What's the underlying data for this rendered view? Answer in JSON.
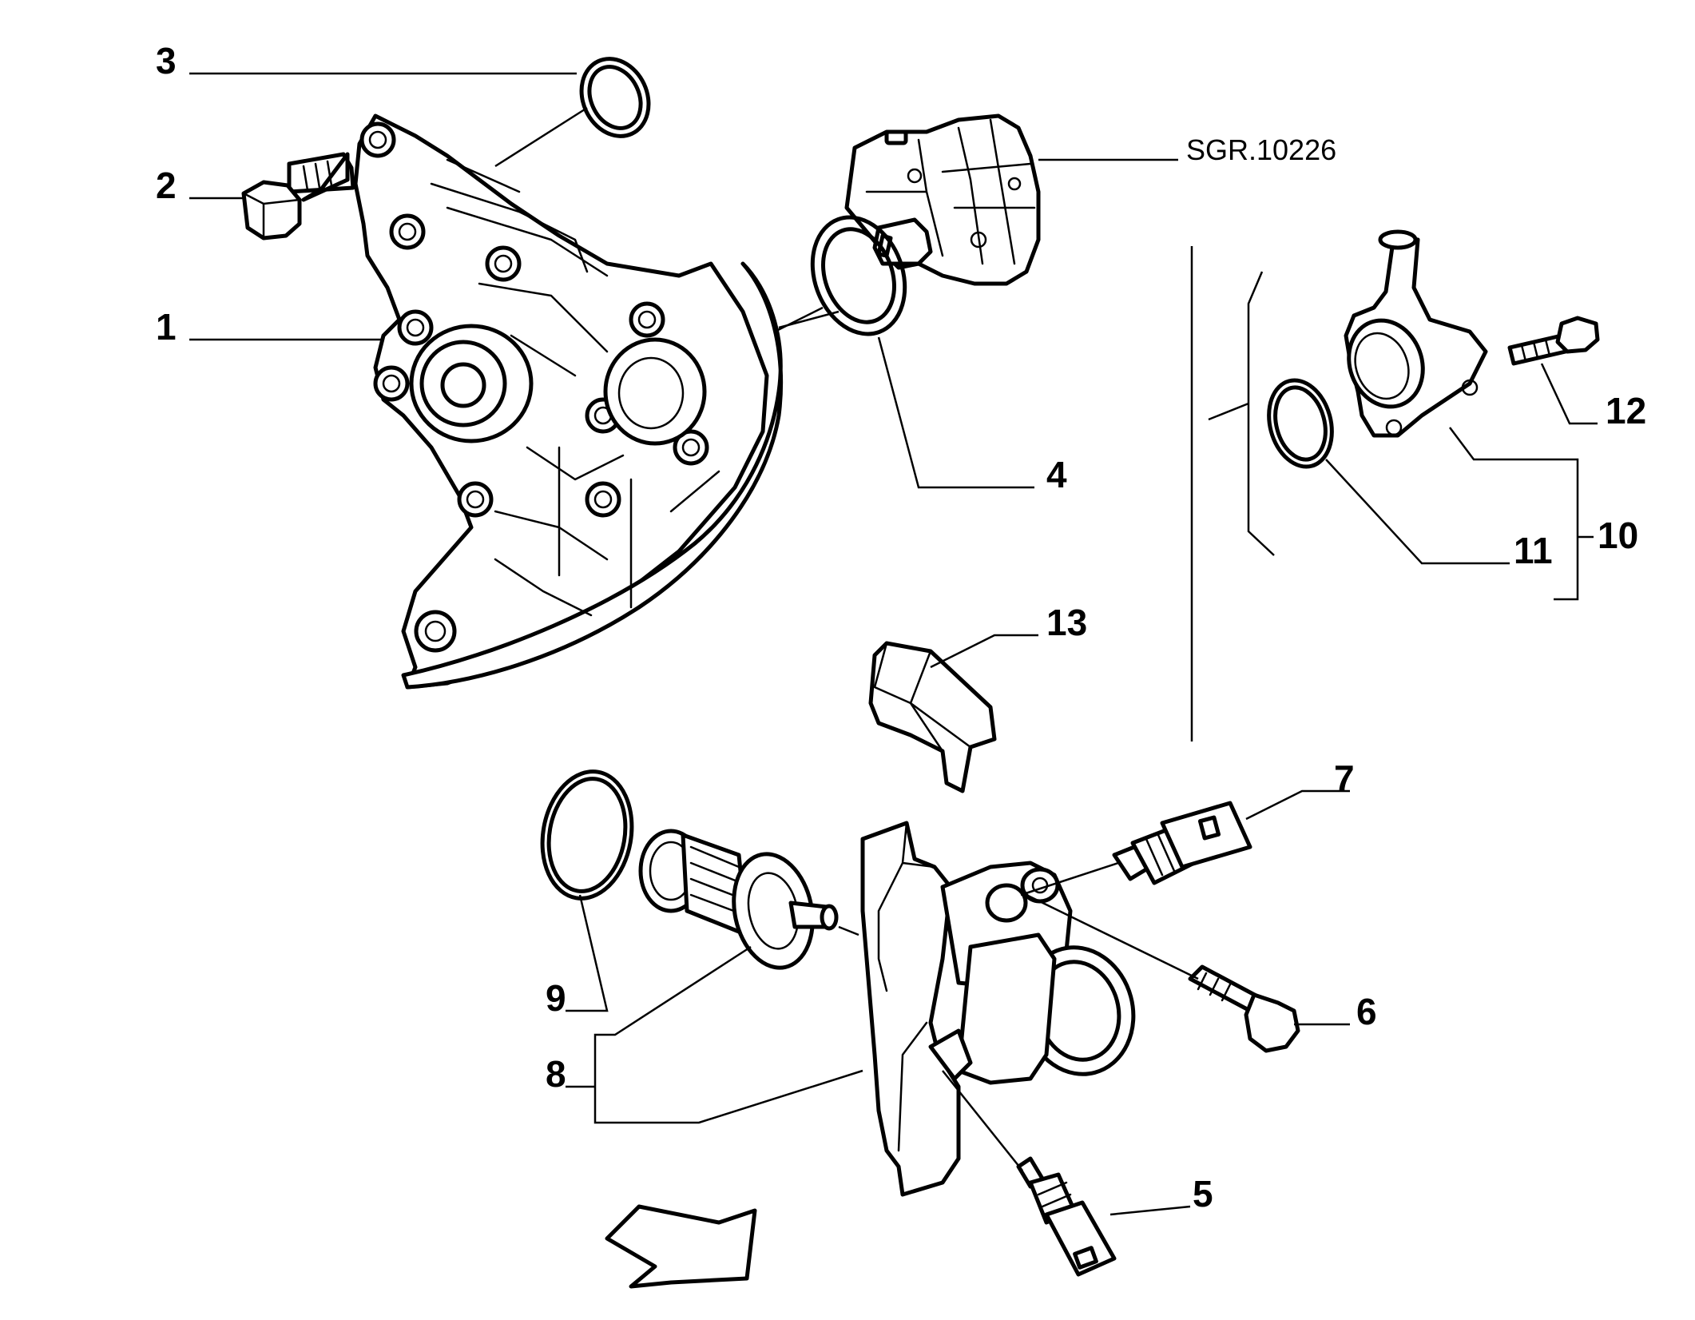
{
  "diagram": {
    "reference_code": "SGR.10226",
    "callouts": {
      "c1": "1",
      "c2": "2",
      "c3": "3",
      "c4": "4",
      "c5": "5",
      "c6": "6",
      "c7": "7",
      "c8": "8",
      "c9": "9",
      "c10": "10",
      "c11": "11",
      "c12": "12",
      "c13": "13"
    },
    "icons": {
      "direction_arrow": "front-direction-arrow-icon"
    }
  }
}
